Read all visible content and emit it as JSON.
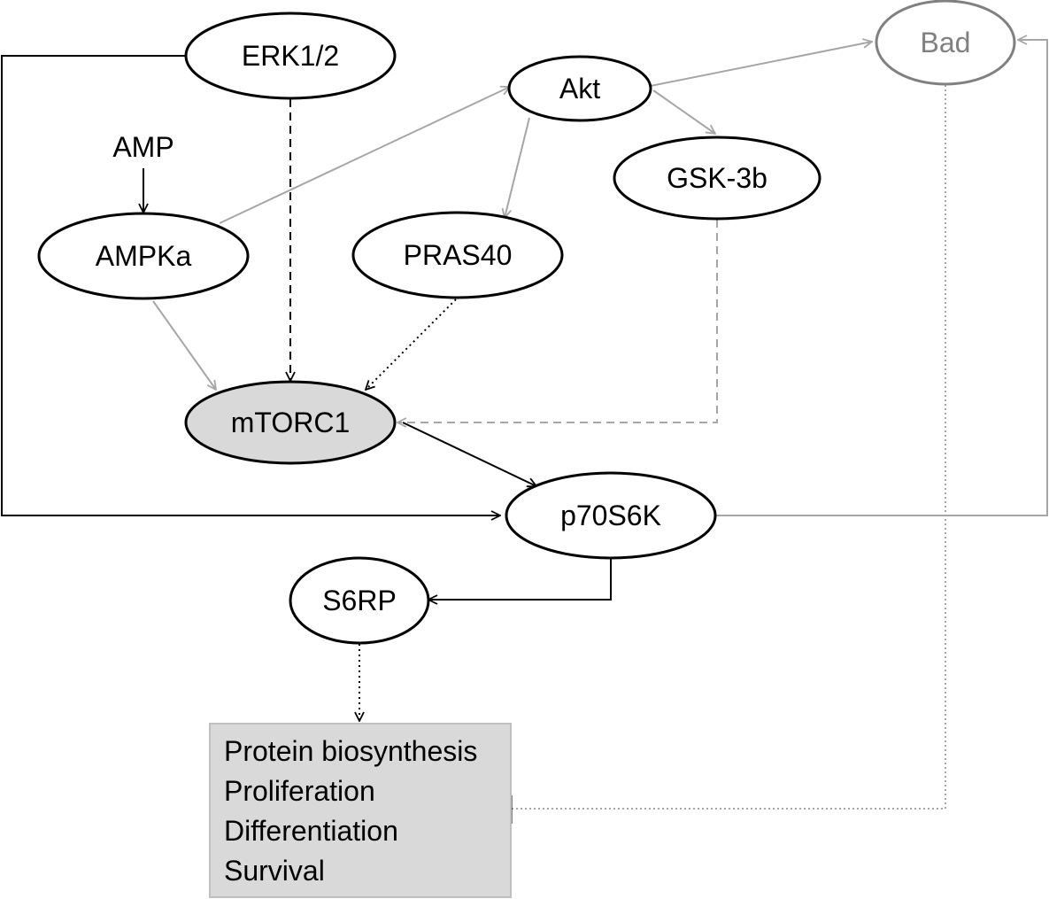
{
  "nodes": {
    "erk": {
      "label": "ERK1/2"
    },
    "amp": {
      "label": "AMP"
    },
    "ampk": {
      "label": "AMPKa"
    },
    "akt": {
      "label": "Akt"
    },
    "pras40": {
      "label": "PRAS40"
    },
    "gsk3b": {
      "label": "GSK-3b"
    },
    "bad": {
      "label": "Bad"
    },
    "mtorc1": {
      "label": "mTORC1"
    },
    "p70s6k": {
      "label": "p70S6K"
    },
    "s6rp": {
      "label": "S6RP"
    }
  },
  "outcomes": {
    "items": [
      {
        "label": "Protein biosynthesis"
      },
      {
        "label": "Proliferation"
      },
      {
        "label": "Differentiation"
      },
      {
        "label": "Survival"
      }
    ]
  },
  "colors": {
    "black": "#000000",
    "gray_edge": "#a6a6a6",
    "gray_node": "#808080",
    "mtorc1_fill": "#d9d9d9",
    "outcome_fill": "#d9d9d9"
  }
}
